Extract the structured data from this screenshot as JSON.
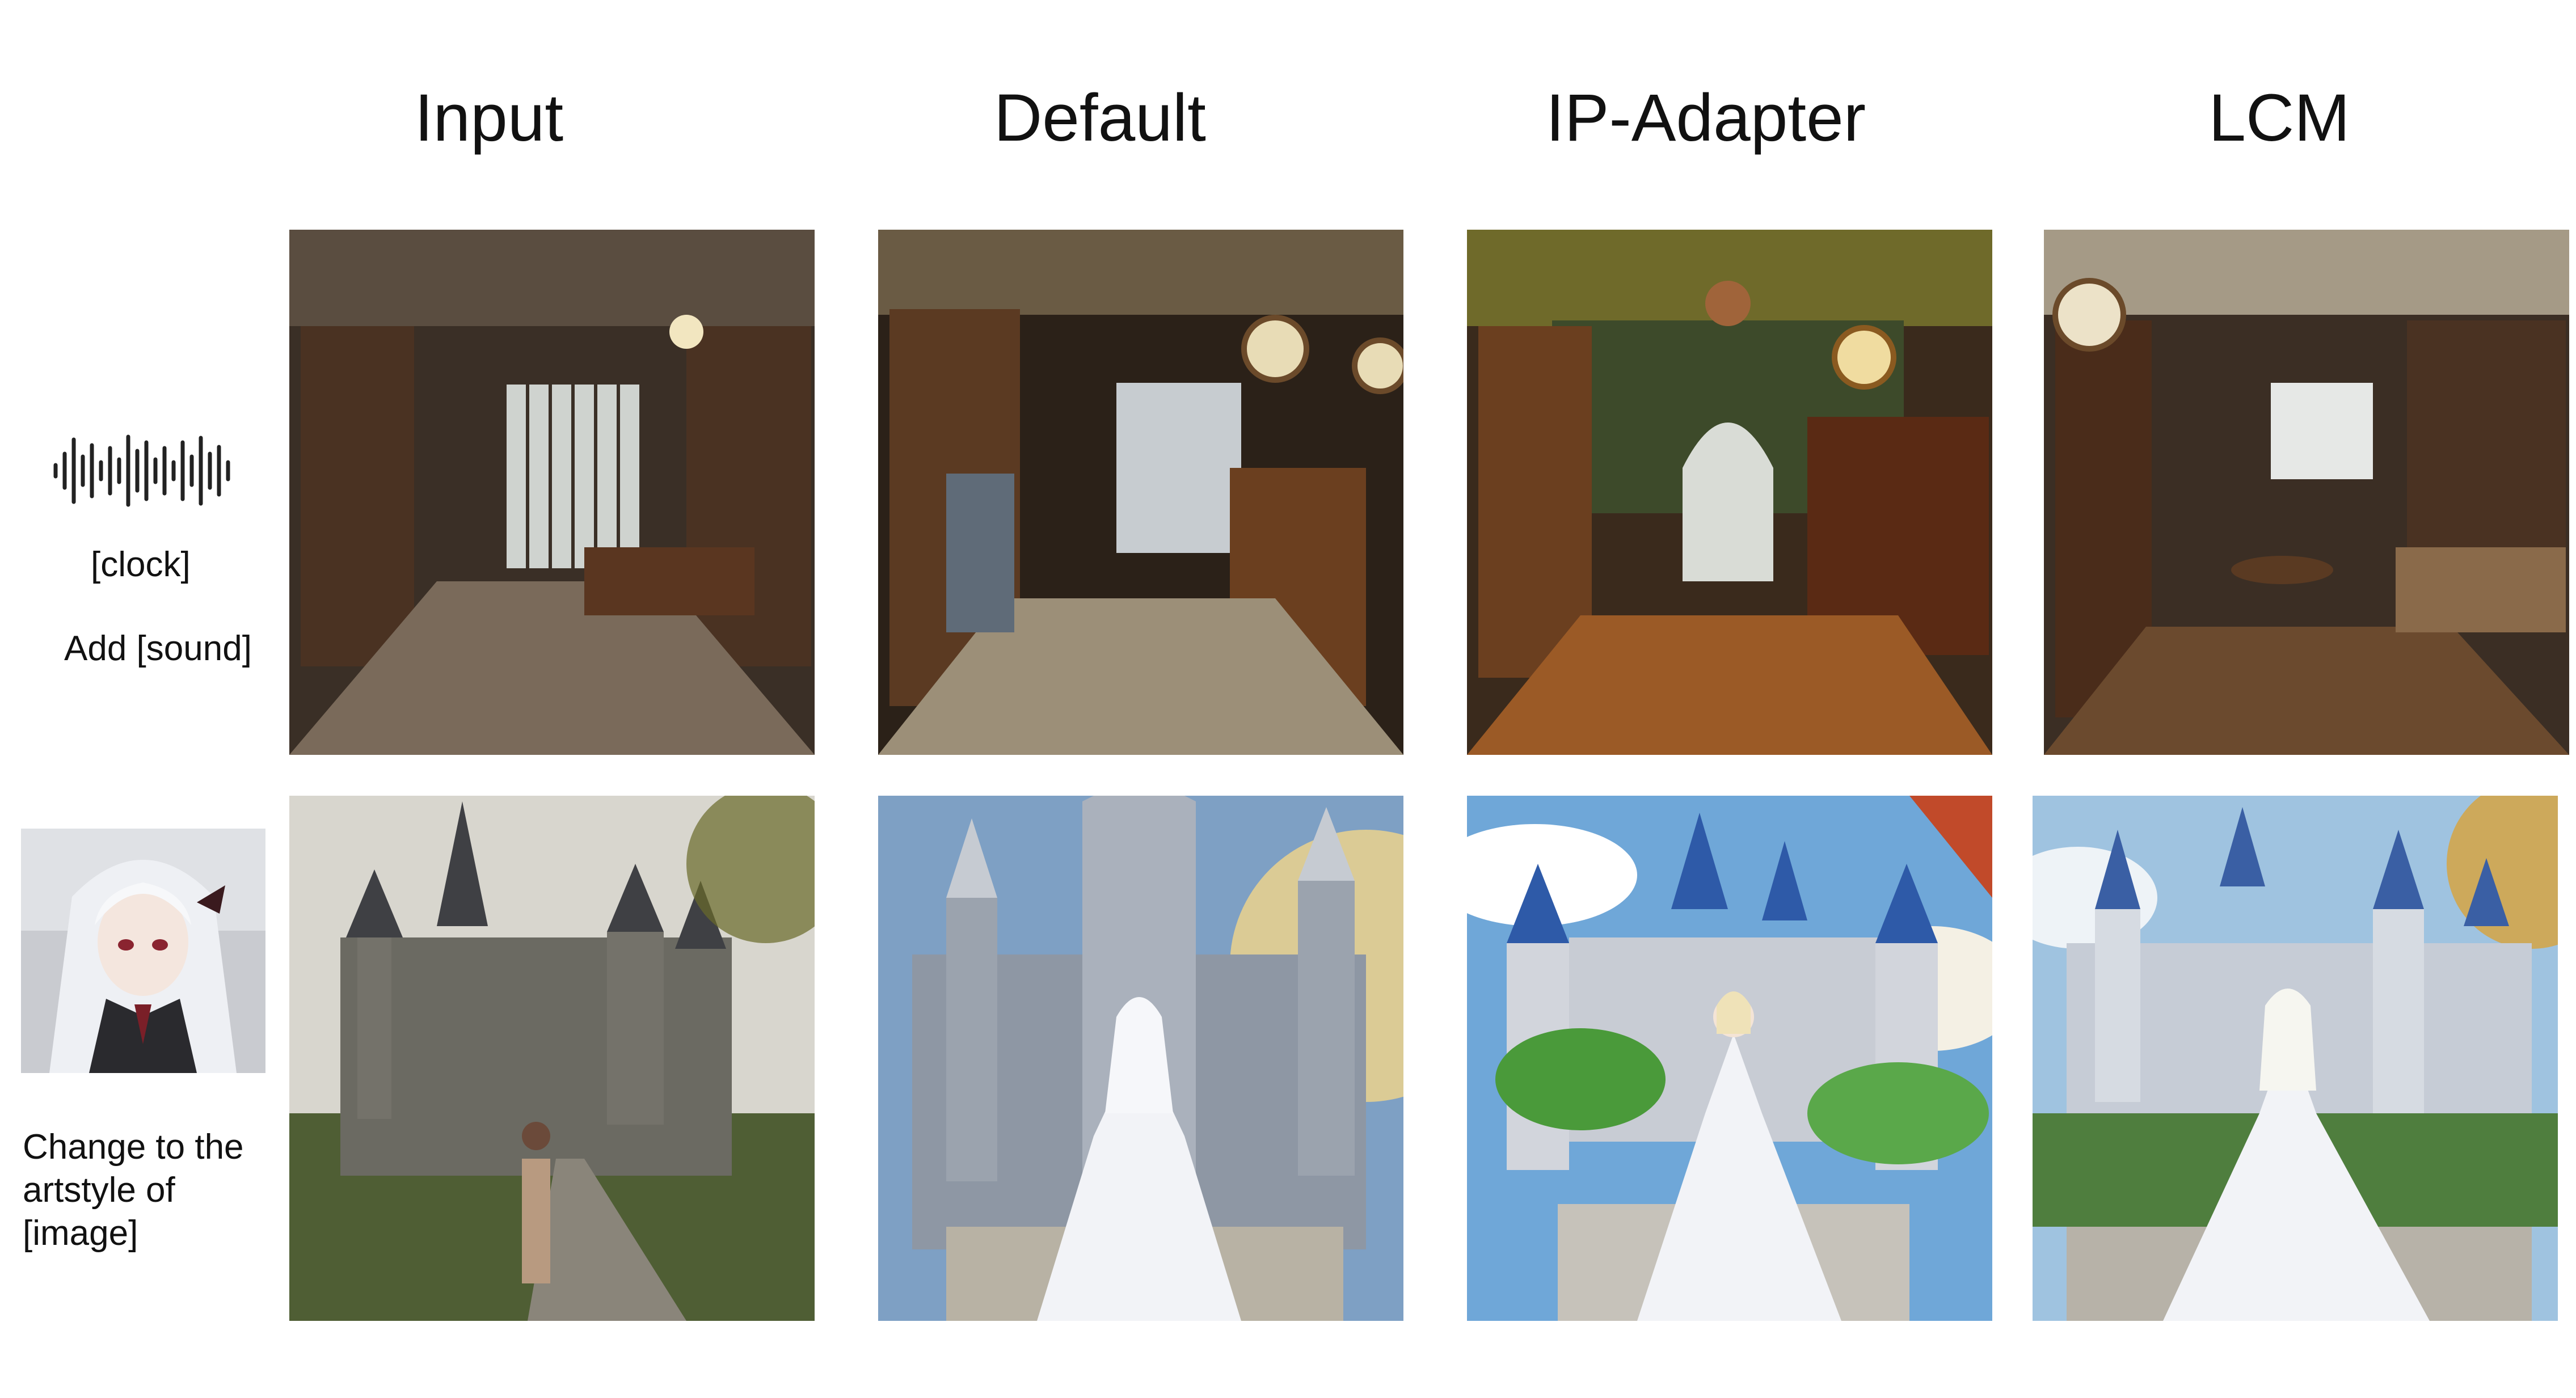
{
  "columns": [
    {
      "label": "Input"
    },
    {
      "label": "Default"
    },
    {
      "label": "IP-Adapter"
    },
    {
      "label": "LCM"
    }
  ],
  "rows": [
    {
      "icon": "audio-waveform-icon",
      "tag": "[clock]",
      "prompt": "Add [sound]"
    },
    {
      "icon": "anime-portrait-reference-image",
      "prompt": "Change to the artstyle of [image]"
    }
  ],
  "palette": {
    "shop_dark": "#2b2118",
    "shop_wood": "#6b3f1f",
    "sky_blue": "#6fa7d8",
    "castle_grey": "#b9bcc4",
    "dress_white": "#f2f3f7"
  }
}
